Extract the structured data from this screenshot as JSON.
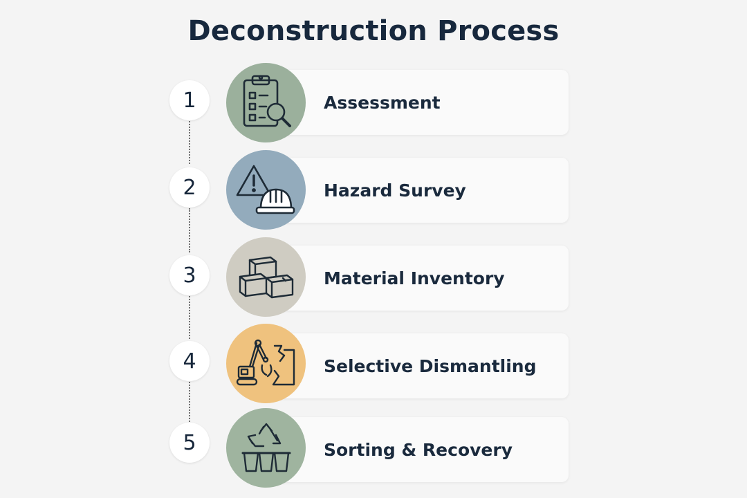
{
  "title": "Deconstruction Process",
  "steps": [
    {
      "number": "1",
      "label": "Assessment",
      "icon": "clipboard-magnifier-icon",
      "color": "#9bb09c"
    },
    {
      "number": "2",
      "label": "Hazard Survey",
      "icon": "warning-hardhat-icon",
      "color": "#93abbc"
    },
    {
      "number": "3",
      "label": "Material Inventory",
      "icon": "boxes-icon",
      "color": "#cfccc2"
    },
    {
      "number": "4",
      "label": "Selective Dismantling",
      "icon": "excavator-icon",
      "color": "#efc27e"
    },
    {
      "number": "5",
      "label": "Sorting & Recovery",
      "icon": "recycle-bins-icon",
      "color": "#9fb49f"
    }
  ]
}
